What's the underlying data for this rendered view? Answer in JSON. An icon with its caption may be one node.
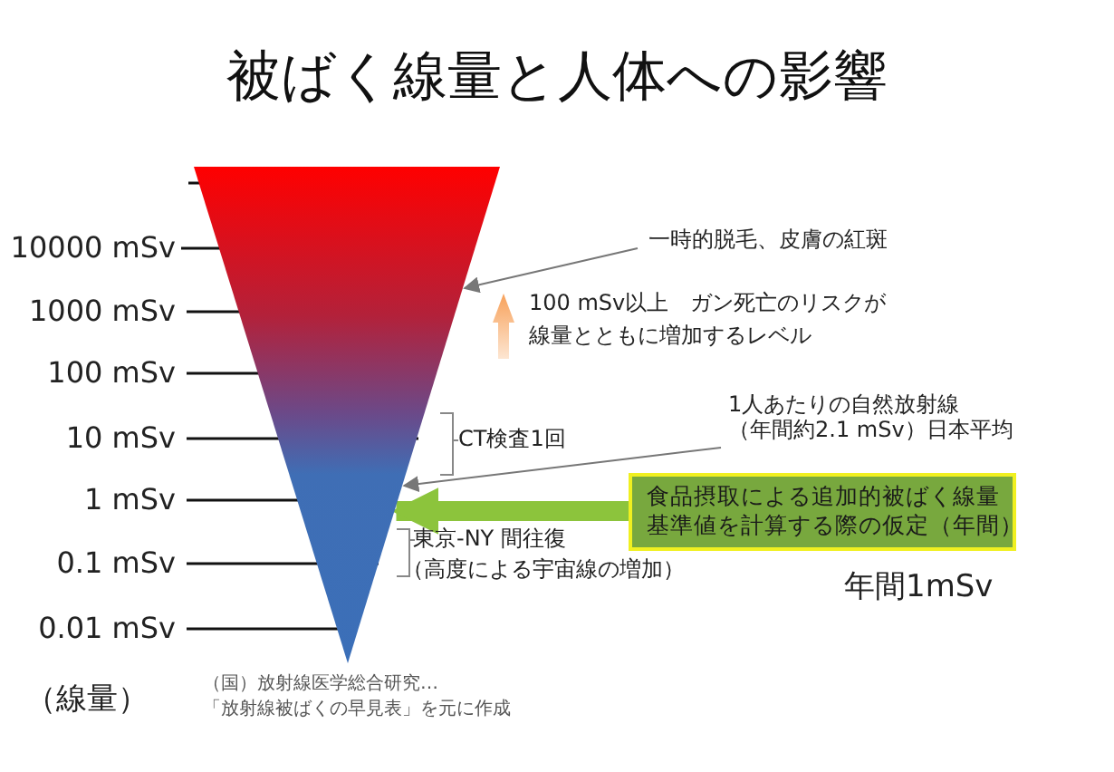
{
  "diagram": {
    "title": "被ばく線量と人体への影響",
    "nodes": [
      {
        "text": [],
        "shape": "triangle"
      },
      {
        "text": [
          "一時的脱毛、皮膚の紅斑"
        ]
      },
      {
        "text": [
          "1人あたりの自然放射線",
          "（年間約2.1 mSv）日本平均"
        ]
      },
      {
        "text": [
          "食品摂取による追加的被ばく線量",
          "基準値を計算する際の仮定（年間）"
        ]
      }
    ],
    "edges": [
      {
        "from": 1,
        "to": 0,
        "arrow": "to"
      },
      {
        "from": 2,
        "to": 0,
        "arrow": "to"
      },
      {
        "from": 3,
        "to": 0,
        "arrow": "to",
        "style": "thick",
        "color": "#8cc43c"
      }
    ],
    "labels": [
      "10000 mSv",
      "1000 mSv",
      "100 mSv",
      "10 mSv",
      "1 mSv",
      "0.1 mSv",
      "0.01 mSv",
      "100 mSv以上　ガン死亡のリスクが",
      "線量とともに増加するレベル",
      "CT検査1回",
      "東京-NY 間往復",
      "（高度による宇宙線の増加）",
      "年間1mSv",
      "（線量）",
      "（国）放射線医学総合研究…",
      "「放射線被ばくの早見表」を元に作成"
    ]
  }
}
